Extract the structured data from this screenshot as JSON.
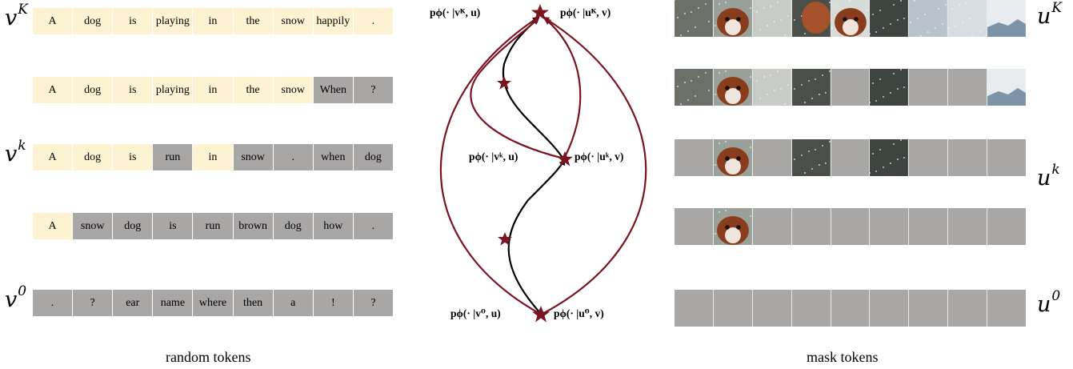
{
  "left": {
    "rows": [
      {
        "name": "row-vK",
        "label": "v",
        "sup": "K",
        "tokens": [
          {
            "t": "A",
            "s": "clean"
          },
          {
            "t": "dog",
            "s": "clean"
          },
          {
            "t": "is",
            "s": "clean"
          },
          {
            "t": "playing",
            "s": "clean"
          },
          {
            "t": "in",
            "s": "clean"
          },
          {
            "t": "the",
            "s": "clean"
          },
          {
            "t": "snow",
            "s": "clean"
          },
          {
            "t": "happily",
            "s": "clean"
          },
          {
            "t": ".",
            "s": "clean"
          }
        ]
      },
      {
        "name": "row-2",
        "label": "",
        "sup": "",
        "tokens": [
          {
            "t": "A",
            "s": "clean"
          },
          {
            "t": "dog",
            "s": "clean"
          },
          {
            "t": "is",
            "s": "clean"
          },
          {
            "t": "playing",
            "s": "clean"
          },
          {
            "t": "in",
            "s": "clean"
          },
          {
            "t": "the",
            "s": "clean"
          },
          {
            "t": "snow",
            "s": "clean"
          },
          {
            "t": "When",
            "s": "noisy"
          },
          {
            "t": "?",
            "s": "noisy"
          }
        ]
      },
      {
        "name": "row-vk",
        "label": "v",
        "sup": "k",
        "tokens": [
          {
            "t": "A",
            "s": "clean"
          },
          {
            "t": "dog",
            "s": "clean"
          },
          {
            "t": "is",
            "s": "clean"
          },
          {
            "t": "run",
            "s": "noisy"
          },
          {
            "t": "in",
            "s": "clean"
          },
          {
            "t": "snow",
            "s": "noisy"
          },
          {
            "t": ".",
            "s": "noisy"
          },
          {
            "t": "when",
            "s": "noisy"
          },
          {
            "t": "dog",
            "s": "noisy"
          }
        ]
      },
      {
        "name": "row-4",
        "label": "",
        "sup": "",
        "tokens": [
          {
            "t": "A",
            "s": "clean"
          },
          {
            "t": "snow",
            "s": "noisy"
          },
          {
            "t": "dog",
            "s": "noisy"
          },
          {
            "t": "is",
            "s": "noisy"
          },
          {
            "t": "run",
            "s": "noisy"
          },
          {
            "t": "brown",
            "s": "noisy"
          },
          {
            "t": "dog",
            "s": "noisy"
          },
          {
            "t": "how",
            "s": "noisy"
          },
          {
            "t": ".",
            "s": "noisy"
          }
        ]
      },
      {
        "name": "row-v0",
        "label": "v",
        "sup": "0",
        "tokens": [
          {
            "t": ".",
            "s": "noisy"
          },
          {
            "t": "?",
            "s": "noisy"
          },
          {
            "t": "ear",
            "s": "noisy"
          },
          {
            "t": "name",
            "s": "noisy"
          },
          {
            "t": "where",
            "s": "noisy"
          },
          {
            "t": "then",
            "s": "noisy"
          },
          {
            "t": "a",
            "s": "noisy"
          },
          {
            "t": "!",
            "s": "noisy"
          },
          {
            "t": "?",
            "s": "noisy"
          }
        ]
      }
    ],
    "caption": "random tokens"
  },
  "right": {
    "rows": [
      {
        "name": "row-uK",
        "label": "u",
        "sup": "K",
        "patches": [
          "img",
          "img",
          "img",
          "img",
          "img",
          "img",
          "img",
          "img",
          "img"
        ]
      },
      {
        "name": "row-2",
        "label": "",
        "sup": "",
        "patches": [
          "img",
          "img",
          "img",
          "img",
          "mask",
          "img",
          "mask",
          "mask",
          "img"
        ]
      },
      {
        "name": "row-uk",
        "label": "u",
        "sup": "k",
        "patches": [
          "mask",
          "img",
          "mask",
          "img",
          "mask",
          "img",
          "mask",
          "mask",
          "mask"
        ]
      },
      {
        "name": "row-4",
        "label": "",
        "sup": "",
        "patches": [
          "mask",
          "img",
          "mask",
          "mask",
          "mask",
          "mask",
          "mask",
          "mask",
          "mask"
        ]
      },
      {
        "name": "row-u0",
        "label": "u",
        "sup": "0",
        "patches": [
          "mask",
          "mask",
          "mask",
          "mask",
          "mask",
          "mask",
          "mask",
          "mask",
          "mask"
        ]
      }
    ],
    "caption": "mask tokens"
  },
  "center": {
    "labels": {
      "top_left": "pϕ(· |vᴷ, u)",
      "top_right": "pϕ(· |uᴷ, v)",
      "mid_left": "pϕ(· |vᵏ, u)",
      "mid_right": "pϕ(· |uᵏ, v)",
      "bot_left": "pϕ(· |v⁰, u)",
      "bot_right": "pϕ(· |u⁰, v)"
    },
    "colors": {
      "path_red": "#7b1420",
      "path_black": "#000000",
      "star": "#7b1420"
    }
  },
  "colors": {
    "clean_token": "#fdf2d1",
    "noisy_token": "#a9a6a6",
    "mask_patch": "#a9a6a6"
  }
}
